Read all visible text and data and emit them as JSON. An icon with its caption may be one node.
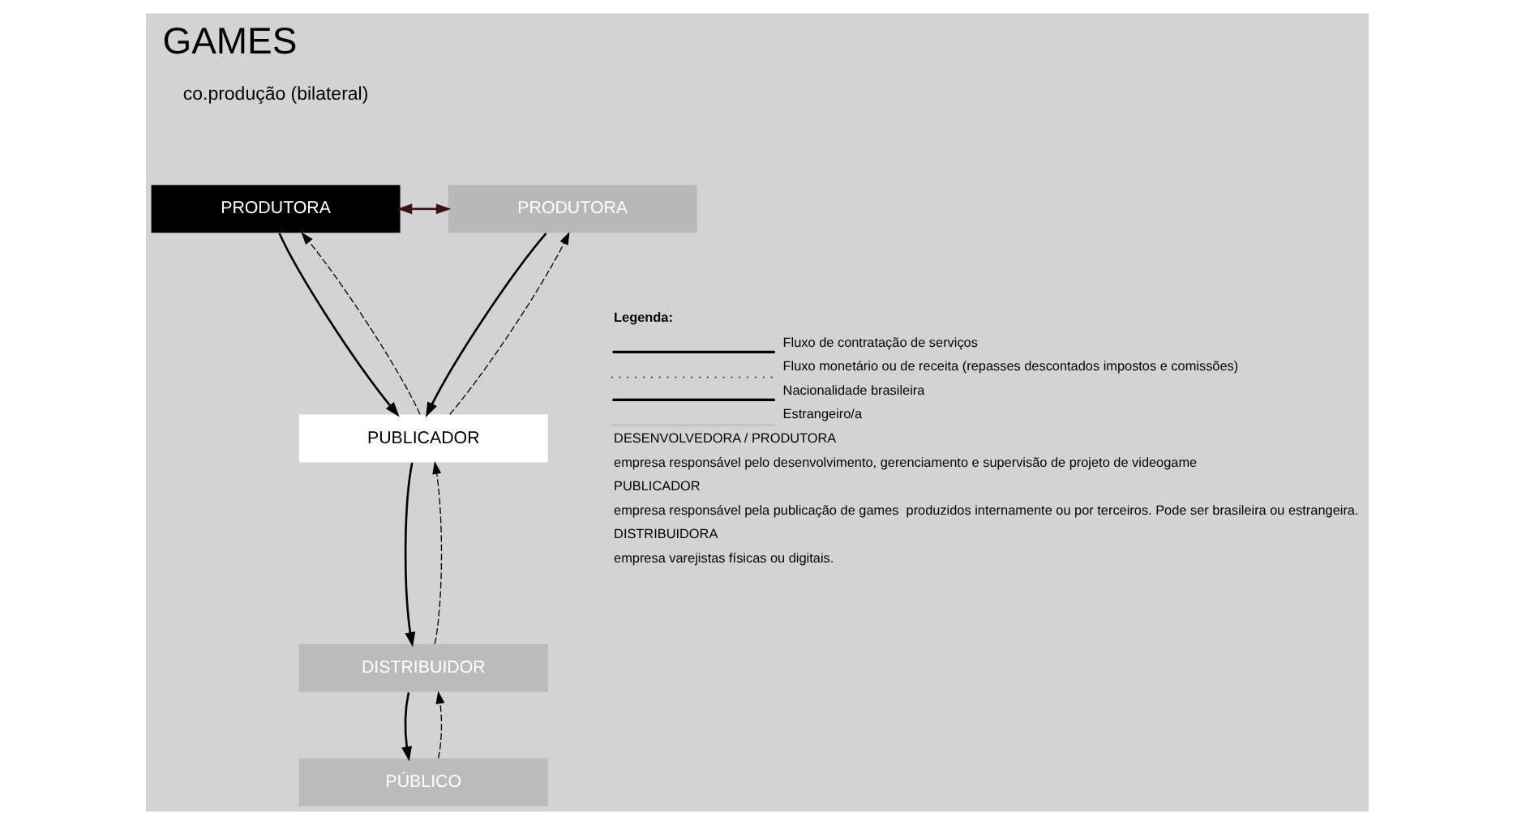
{
  "diagram": {
    "title": "GAMES",
    "nodes": [
      {
        "text": [
          "PRODUTORA"
        ]
      },
      {
        "text": [
          "PRODUTORA"
        ]
      },
      {
        "text": [
          "PUBLICADOR"
        ]
      },
      {
        "text": [
          "DISTRIBUIDOR"
        ]
      },
      {
        "text": [
          "PÚBLICO"
        ]
      }
    ],
    "edges": [
      {
        "from": 0,
        "to": 1,
        "arrow": "both",
        "color": "#3a1010"
      },
      {
        "from": 0,
        "to": 2,
        "arrow": "to"
      },
      {
        "from": 1,
        "to": 2,
        "arrow": "to"
      },
      {
        "from": 2,
        "to": 0,
        "arrow": "to",
        "style": "dashed"
      },
      {
        "from": 2,
        "to": 1,
        "arrow": "to",
        "style": "dashed"
      },
      {
        "from": 2,
        "to": 3,
        "arrow": "to"
      },
      {
        "from": 3,
        "to": 2,
        "arrow": "to",
        "style": "dashed"
      },
      {
        "from": 3,
        "to": 4,
        "arrow": "to"
      },
      {
        "from": 4,
        "to": 3,
        "arrow": "to",
        "style": "dashed"
      }
    ],
    "labels": [
      "co.produção (bilateral)",
      "Legenda:",
      "DESENVOLVEDORA / PRODUTORA",
      "empresa responsável pelo desenvolvimento, gerenciamento e supervisão de projeto de videogame",
      "PUBLICADOR",
      "empresa responsável pela publicação de games  produzidos internamente ou por terceiros. Pode ser brasileira ou estrangeira.",
      "DISTRIBUIDORA",
      "empresa varejistas físicas ou digitais."
    ],
    "legend": [
      {
        "text": "Fluxo de contratação de serviços"
      },
      {
        "text": "Fluxo monetário ou de receita (repasses descontados impostos e comissões)"
      },
      {
        "text": "Nacionalidade brasileira"
      },
      {
        "text": "Estrangeiro/a"
      }
    ]
  }
}
